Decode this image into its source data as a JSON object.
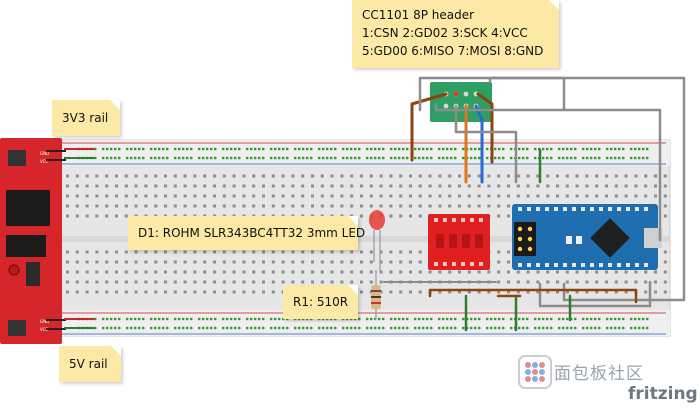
{
  "notes": {
    "cc1101": {
      "title": "CC1101 8P header",
      "line1": "1:CSN 2:GD02 3:SCK 4:VCC",
      "line2": "5:GD00 6:MISO 7:MOSI 8:GND"
    },
    "rail_3v3": "3V3 rail",
    "rail_5v": "5V rail",
    "led": "D1: ROHM SLR343BC4TT32 3mm LED",
    "resistor": "R1: 510R"
  },
  "power_module": {
    "pin_labels": [
      "GND",
      "VCC",
      "GND",
      "VCC"
    ]
  },
  "colors": {
    "breadboard": "#e6e6e6",
    "rail_red": "#d84a4a",
    "rail_blue": "#5a7fd0",
    "hole_green": "#2f9e2f",
    "power_module_red": "#d7262b",
    "level_shifter_red": "#e02020",
    "arduino_blue": "#1f6fb0",
    "header_green": "#2f9e62",
    "wire_brown": "#8b4513",
    "wire_orange": "#e0751c",
    "wire_blue": "#2c68d4",
    "wire_gray": "#8c8c8c",
    "wire_green": "#2e7d32",
    "wire_red": "#c62828",
    "note_yellow": "#fde9a6"
  },
  "watermark": {
    "title": "面包板社区",
    "brand": "fritzing"
  }
}
